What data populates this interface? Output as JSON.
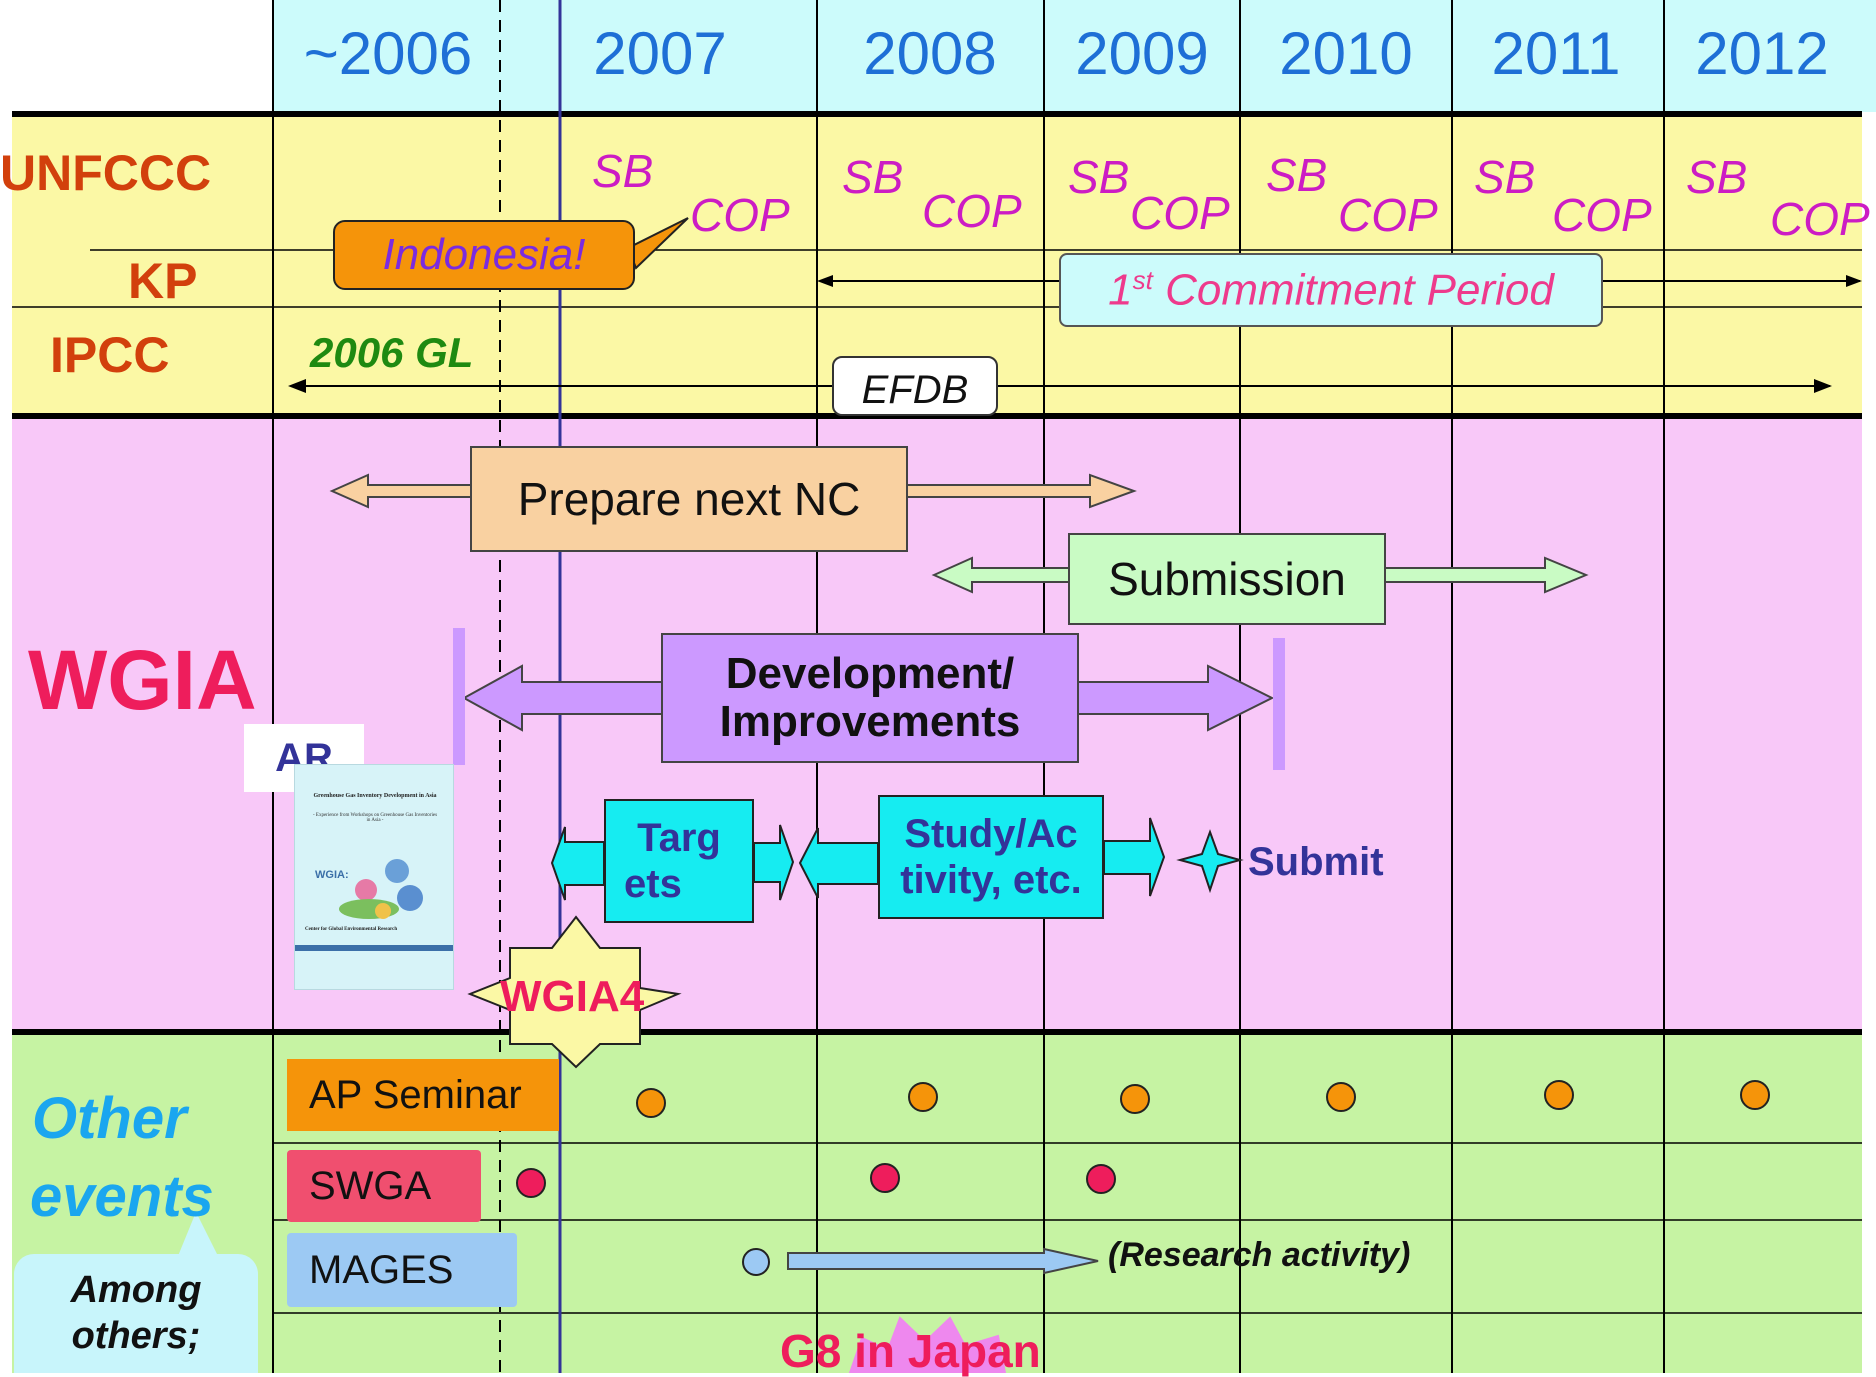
{
  "years": [
    "~2006",
    "2007",
    "2008",
    "2009",
    "2010",
    "2011",
    "2012"
  ],
  "rows": {
    "unfccc": "UNFCCC",
    "kp": "KP",
    "ipcc": "IPCC",
    "wgia": "WGIA",
    "other_line1": "Other",
    "other_line2": "events"
  },
  "unfccc_events": {
    "sb": "SB",
    "cop": "COP"
  },
  "callouts": {
    "indonesia": "Indonesia!",
    "among_line1": "Among",
    "among_line2": "others;"
  },
  "kp": {
    "period_sup": "st",
    "period_prefix": "1",
    "period_text": " Commitment Period"
  },
  "ipcc": {
    "gl": "2006 GL",
    "efdb": "EFDB"
  },
  "wgia": {
    "prepare": "Prepare next NC",
    "submission": "Submission",
    "development_line1": "Development/",
    "development_line2": "Improvements",
    "ar": "AR",
    "targets_line1": "Targ",
    "targets_line2": "ets",
    "study_line1": "Study/Ac",
    "study_line2": "tivity, etc.",
    "submit": "Submit",
    "wgia4": "WGIA4",
    "report_cover": {
      "title": "Greenhouse Gas Inventory Development in Asia",
      "subtitle": "- Experience from Workshops on Greenhouse Gas Inventories in Asia -",
      "brand": "WGIA:",
      "footer": "Center for Global Environmental Research"
    }
  },
  "other_events": {
    "ap_seminar": "AP Seminar",
    "swga": "SWGA",
    "mages": "MAGES",
    "research": "(Research activity)",
    "g8": "G8 in Japan"
  },
  "colors": {
    "header_bg": "#ccfbfb",
    "unfccc_bg": "#fbf8a5",
    "wgia_bg": "#f8c8f8",
    "other_bg": "#c6f3a3",
    "cyan_box": "#16ecf1",
    "purple_box": "#cc99ff",
    "orange": "#f5940a",
    "red": "#ee1d5c",
    "blue": "#9cc9f3"
  }
}
